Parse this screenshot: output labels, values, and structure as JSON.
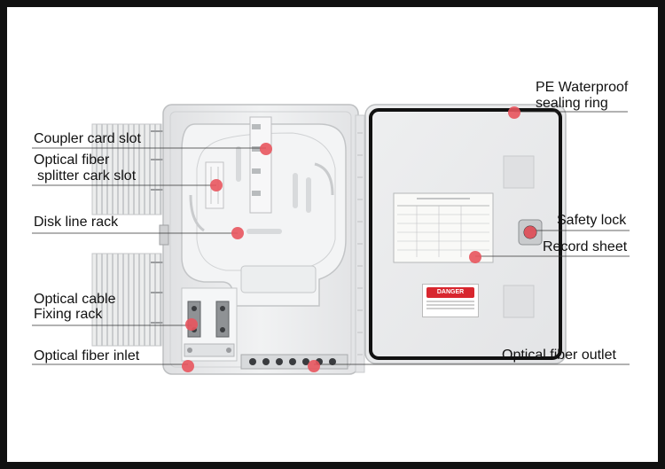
{
  "labels": {
    "coupler_card_slot": "Coupler card slot",
    "optical_fiber": "Optical fiber",
    "splitter_cark_slot": "splitter cark slot",
    "disk_line_rack": "Disk line rack",
    "optical_cable": "Optical cable",
    "fixing_rack": "Fixing rack",
    "optical_fiber_inlet": "Optical fiber inlet",
    "pe_waterproof": "PE Waterproof",
    "sealing_ring": "sealing ring",
    "safety_lock": "Safety lock",
    "record_sheet": "Record sheet",
    "optical_fiber_outlet": "Optical fiber outlet"
  },
  "sticker": {
    "danger": "DANGER"
  },
  "colors": {
    "marker": "#e8555e",
    "enclosure": "#e9eaeb",
    "seal": "#111111",
    "danger_red": "#d8262e"
  }
}
